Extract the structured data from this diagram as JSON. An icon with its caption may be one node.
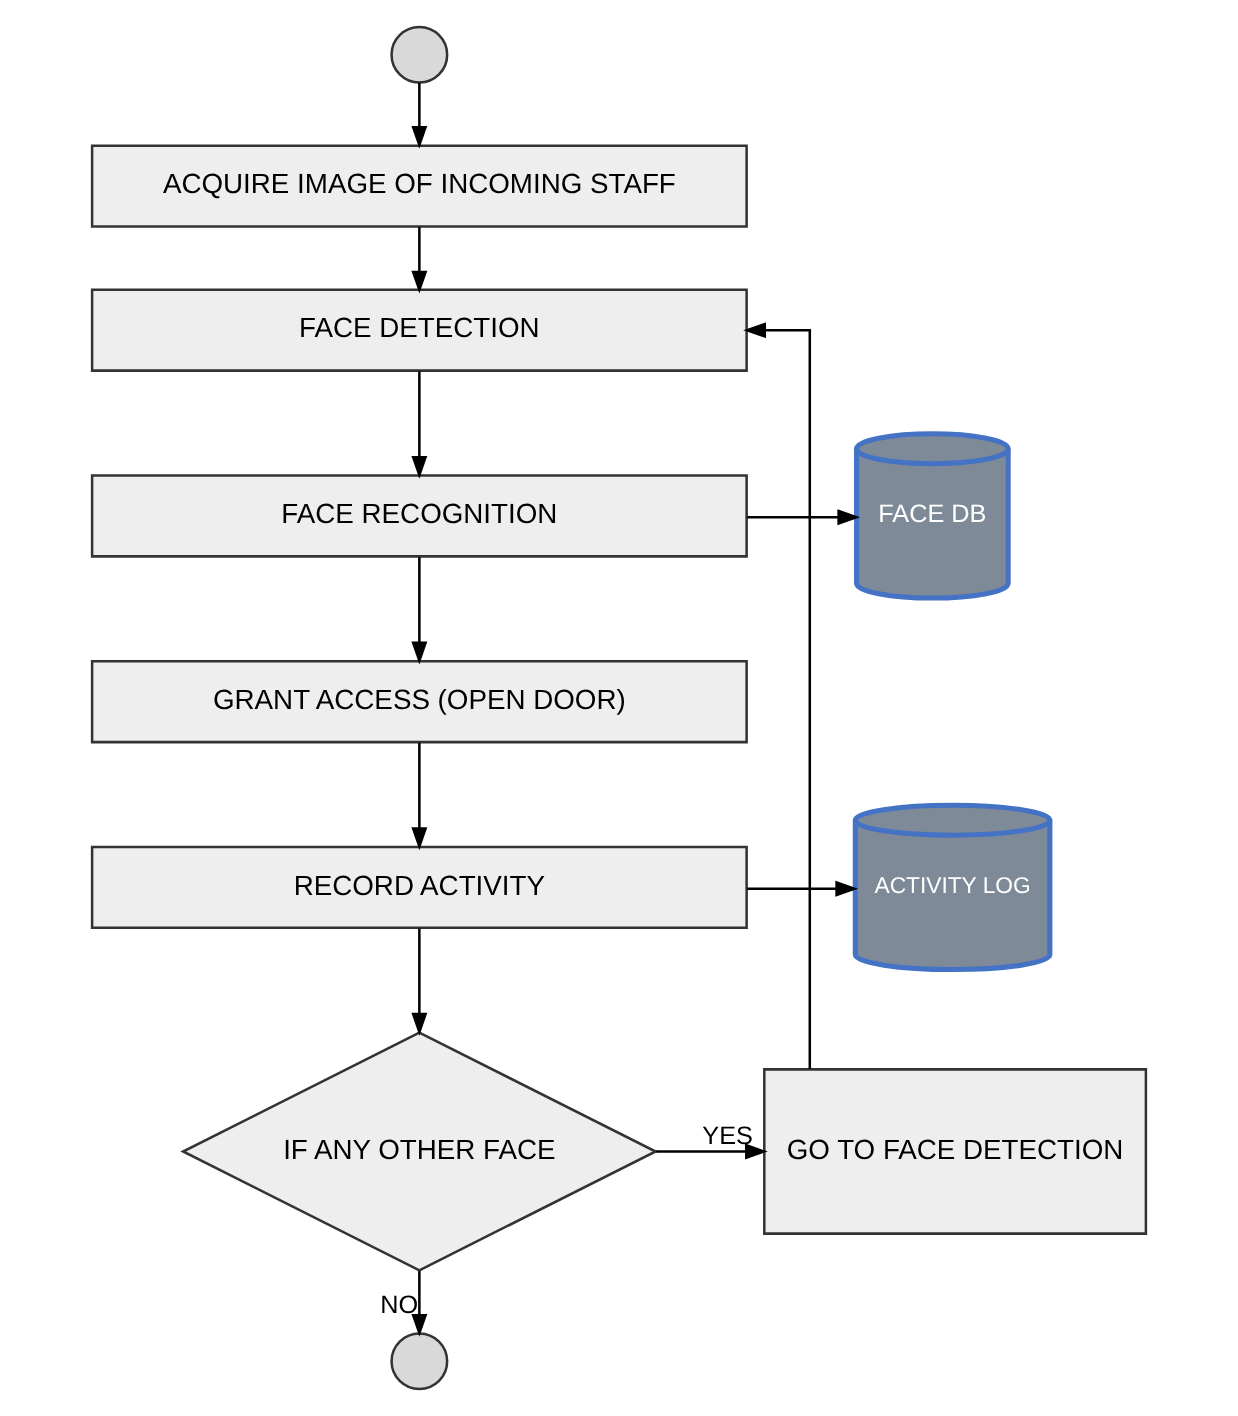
{
  "diagram": {
    "nodes": [
      {
        "text": [],
        "shape": "circle"
      },
      {
        "text": [
          "ACQUIRE IMAGE OF INCOMING STAFF"
        ]
      },
      {
        "text": [
          "FACE DETECTION"
        ]
      },
      {
        "text": [
          "FACE RECOGNITION"
        ]
      },
      {
        "text": [
          "FACE DB"
        ]
      },
      {
        "text": [
          "GRANT ACCESS (OPEN DOOR)"
        ]
      },
      {
        "text": [
          "RECORD ACTIVITY"
        ]
      },
      {
        "text": [
          "ACTIVITY LOG"
        ]
      },
      {
        "text": [
          "IF ANY OTHER FACE"
        ]
      },
      {
        "text": [
          "GO TO FACE DETECTION"
        ]
      },
      {
        "text": [],
        "shape": "circle"
      }
    ],
    "edges": [
      {
        "from": 0,
        "to": 1,
        "arrow": "to"
      },
      {
        "from": 1,
        "to": 2,
        "arrow": "to"
      },
      {
        "from": 2,
        "to": 3,
        "arrow": "to"
      },
      {
        "from": 3,
        "to": 4,
        "arrow": "to"
      },
      {
        "from": 3,
        "to": 5,
        "arrow": "to"
      },
      {
        "from": 5,
        "to": 6,
        "arrow": "to"
      },
      {
        "from": 6,
        "to": 7,
        "arrow": "to"
      },
      {
        "from": 6,
        "to": 8,
        "arrow": "to"
      },
      {
        "from": 8,
        "to": 9,
        "arrow": "to",
        "label": "YES"
      },
      {
        "from": 9,
        "to": 2,
        "arrow": "to"
      },
      {
        "from": 8,
        "to": 10,
        "arrow": "to",
        "label": "NO"
      }
    ]
  }
}
